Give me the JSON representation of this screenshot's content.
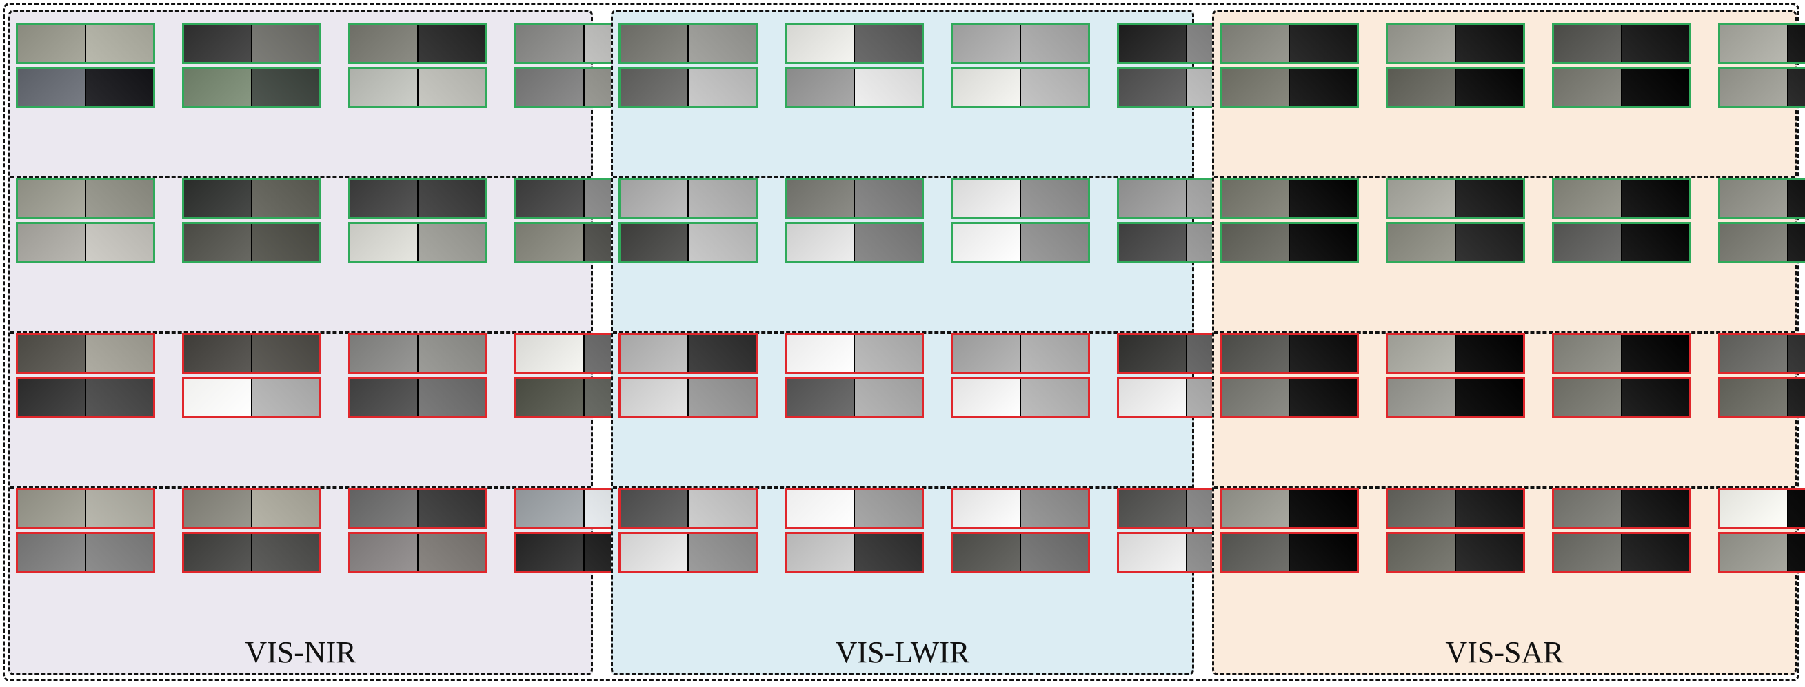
{
  "panels": [
    {
      "id": "vis-nir",
      "label": "VIS-NIR",
      "background": "#ebe8f0",
      "images": [
        [
          "#8a8a7e",
          "#b9b9ad",
          "#2d2d2d",
          "#7d7d78",
          "#6e6e66",
          "#3a3a3a",
          "#7c7c7a",
          "#c2c2c0",
          "#5a5e66",
          "#2a2a2e",
          "#6a7a64",
          "#4f5650",
          "#aeb0aa",
          "#c8c8c2",
          "#6f6f6f",
          "#9a9a94"
        ],
        [
          "#8d8d82",
          "#9d9d93",
          "#2a2c2a",
          "#6e6e66",
          "#383838",
          "#4c4c4c",
          "#3a3a3a",
          "#8f8f8f",
          "#9c9a94",
          "#cfcdc7",
          "#4a4a44",
          "#5f5f58",
          "#c8c8c2",
          "#a8a8a2",
          "#7a7a70",
          "#5a5a56"
        ],
        [
          "#4a4842",
          "#aeaca2",
          "#3e3c38",
          "#5f5d58",
          "#7a7a78",
          "#9c9c98",
          "#d8d8d4",
          "#727272",
          "#2a2a2a",
          "#575757",
          "#f0f0ee",
          "#bcbcbc",
          "#3e3e3e",
          "#7c7c7c",
          "#484a40",
          "#6a6c66"
        ],
        [
          "#8c8b80",
          "#b9b8ae",
          "#7a7970",
          "#b6b4a8",
          "#626262",
          "#4a4a4a",
          "#8f9498",
          "#e8ecef",
          "#707070",
          "#8d8d8d",
          "#3a3a38",
          "#5e5e5c",
          "#7a7676",
          "#8a8682",
          "#232323",
          "#2c2c2c"
        ]
      ]
    },
    {
      "id": "vis-lwir",
      "label": "VIS-LWIR",
      "background": "#dcedf3",
      "images": [
        [
          "#6a6a64",
          "#a4a4a0",
          "#d6d6d2",
          "#6b6b6b",
          "#9c9c9c",
          "#b2b2b2",
          "#1c1c1c",
          "#8a8a8a",
          "#5a5a58",
          "#cacaca",
          "#8a8a8a",
          "#efefef",
          "#d8d8d4",
          "#c4c4c4",
          "#4a4a4a",
          "#c0c0c0"
        ],
        [
          "#a0a0a0",
          "#bababa",
          "#6e6e68",
          "#8a8a8a",
          "#d8d8d8",
          "#9a9a9a",
          "#8c8c8c",
          "#aaaaaa",
          "#3c3c3a",
          "#c9c9c9",
          "#cfcfcf",
          "#8a8a8a",
          "#e6e6e6",
          "#9c9c9c",
          "#3e3e3e",
          "#9e9e9e"
        ],
        [
          "#a6a6a6",
          "#424242",
          "#eaeaea",
          "#bcbcbc",
          "#999999",
          "#b9b9b9",
          "#2e2e2c",
          "#6a6a6a",
          "#c6c6c6",
          "#a2a2a2",
          "#505050",
          "#b6b6b6",
          "#e2e2e2",
          "#bdbdbd",
          "#dcdcdc",
          "#b0b0b0"
        ],
        [
          "#4a4a4a",
          "#cecece",
          "#ededed",
          "#a8a8a8",
          "#e0e0e0",
          "#9a9a9a",
          "#4a4a48",
          "#8e8e8e",
          "#d0d0d0",
          "#9c9c9c",
          "#b6b6b6",
          "#444444",
          "#4a4a46",
          "#7e7e7e",
          "#d6d6d6",
          "#929292"
        ]
      ]
    },
    {
      "id": "vis-sar",
      "label": "VIS-SAR",
      "background": "#fbebdc",
      "images": [
        [
          "#7a7a72",
          "#2c2c2c",
          "#8e8e86",
          "#262626",
          "#4a4a46",
          "#282828",
          "#9a9a92",
          "#1e1e1e",
          "#6a6a60",
          "#222222",
          "#5a5a52",
          "#1c1c1c",
          "#6e6e66",
          "#141414",
          "#8c8c84",
          "#2e2e2e"
        ],
        [
          "#6c6c62",
          "#1a1a1a",
          "#9a9a92",
          "#2a2a2a",
          "#7c7c72",
          "#1c1c1c",
          "#82827a",
          "#1e1e1e",
          "#5a5a52",
          "#1a1a1a",
          "#7e7e74",
          "#343434",
          "#525250",
          "#1c1c1c",
          "#6e6e66",
          "#202020"
        ],
        [
          "#4a4a46",
          "#222222",
          "#9c9c94",
          "#161616",
          "#7a7a72",
          "#161616",
          "#5c5c58",
          "#3a3a3a",
          "#6e6e68",
          "#202020",
          "#8a8a84",
          "#141414",
          "#6a6a62",
          "#222222",
          "#5e5e56",
          "#262626"
        ],
        [
          "#8a8a82",
          "#141414",
          "#5c5c56",
          "#2a2a2a",
          "#6c6c66",
          "#242424",
          "#e2e2dc",
          "#0e0e0e",
          "#52524e",
          "#161616",
          "#5e5e56",
          "#2e2e2e",
          "#62625c",
          "#2a2a2a",
          "#8a8a82",
          "#101010"
        ]
      ]
    }
  ]
}
